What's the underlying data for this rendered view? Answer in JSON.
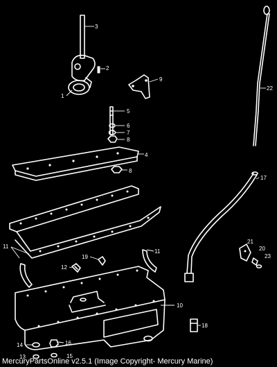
{
  "caption": "MercuryPartsOnline v2.5.1 (Image Copyright- Mercury Marine)",
  "callouts": {
    "c1": "1",
    "c2": "2",
    "c3": "3",
    "c4": "4",
    "c5": "5",
    "c6": "6",
    "c7": "7",
    "c8a": "8",
    "c8b": "8",
    "c9": "9",
    "c10": "10",
    "c11a": "11",
    "c11b": "11",
    "c12": "12",
    "c13": "13",
    "c14": "14",
    "c15": "15",
    "c16": "16",
    "c17": "17",
    "c18": "18",
    "c19": "19",
    "c20": "20",
    "c21": "21",
    "c22": "22",
    "c23": "23"
  },
  "colors": {
    "background": "#000000",
    "line": "#ffffff"
  }
}
